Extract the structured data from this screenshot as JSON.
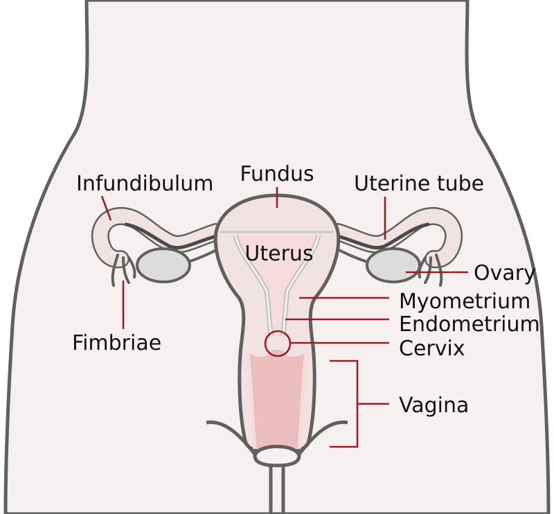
{
  "labels": {
    "infundibulum": "Infundibulum",
    "fundus": "Fundus",
    "uterine_tube": "Uterine tube",
    "uterus": "Uterus",
    "ovary": "Ovary",
    "myometrium": "Myometrium",
    "endometrium": "Endometrium",
    "cervix": "Cervix",
    "vagina": "Vagina",
    "fimbriae": "Fimbriae"
  },
  "colors": {
    "body_fill": "#f7f0f0",
    "outline": "#606060",
    "organ_fill": "#f2e3e3",
    "uterus_fill": "#f6dcdc",
    "vagina_fill": "#ecbebe",
    "ovary_fill": "#dcdcdc",
    "leader": "#9b1c22",
    "text": "#111111"
  }
}
